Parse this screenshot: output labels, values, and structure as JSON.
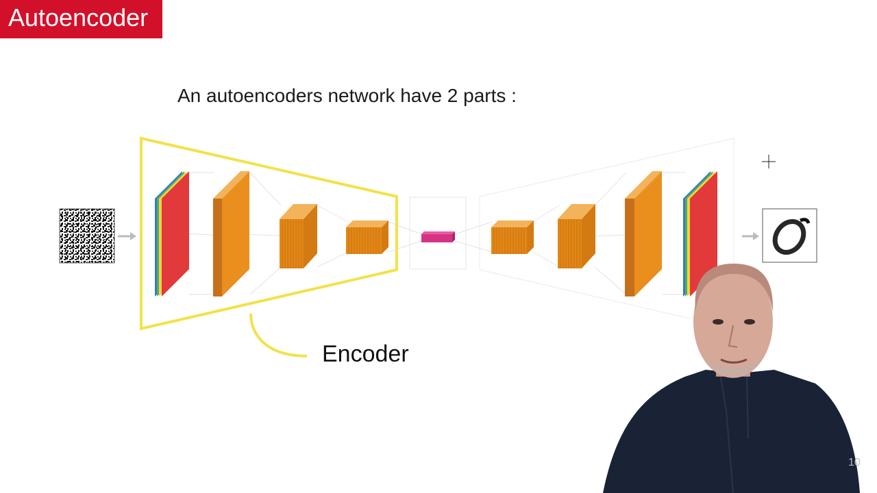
{
  "header": {
    "title": "Autoencoder"
  },
  "slide": {
    "subtitle": "An autoencoders network have 2 parts :",
    "encoder_label": "Encoder",
    "slide_number": "10"
  },
  "colors": {
    "accent_red": "#d3102a",
    "encoder_highlight": "#f2e24a",
    "layer_orange": "#ea8f1e",
    "layer_red": "#e2393a",
    "latent_pink": "#d63384"
  },
  "icons": {
    "input": "noisy-digit-image",
    "output": "reconstructed-digit-zero-image",
    "cursor": "crosshair-cursor-icon"
  }
}
